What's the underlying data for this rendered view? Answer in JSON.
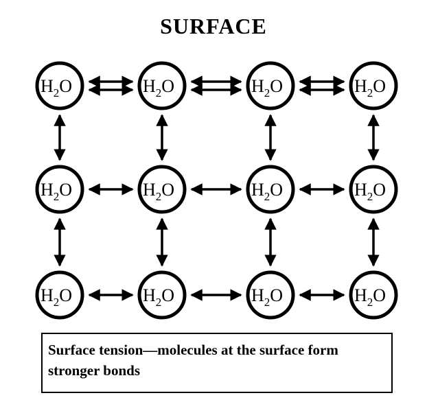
{
  "title": "SURFACE",
  "molecule": {
    "base": "H",
    "subscript": "2",
    "suffix": "O"
  },
  "caption": "Surface tension—molecules at the surface form stronger bonds",
  "colors": {
    "stroke": "#000000",
    "background": "#ffffff"
  }
}
